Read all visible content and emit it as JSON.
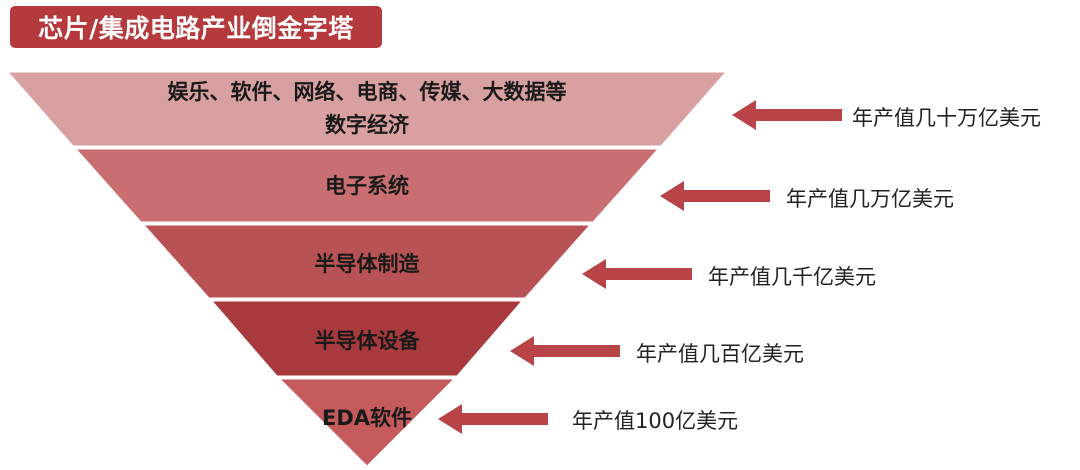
{
  "title": "芯片/集成电路产业倒金字塔",
  "layers": [
    {
      "line1": "娱乐、软件、网络、电商、传媒、大数据等",
      "line2": "数字经济",
      "value": "年产值几十万亿美元"
    },
    {
      "line1": "电子系统",
      "line2": "",
      "value": "年产值几万亿美元"
    },
    {
      "line1": "半导体制造",
      "line2": "",
      "value": "年产值几千亿美元"
    },
    {
      "line1": "半导体设备",
      "line2": "",
      "value": "年产值几百亿美元"
    },
    {
      "line1": "EDA软件",
      "line2": "",
      "value": "年产值100亿美元"
    }
  ],
  "colors": {
    "title_bg": "#b53a3e",
    "layer_fills": [
      "#d9a0a2",
      "#c96f71",
      "#b95254",
      "#a8393c",
      "#c55a5c"
    ],
    "arrow": "#b84448"
  }
}
